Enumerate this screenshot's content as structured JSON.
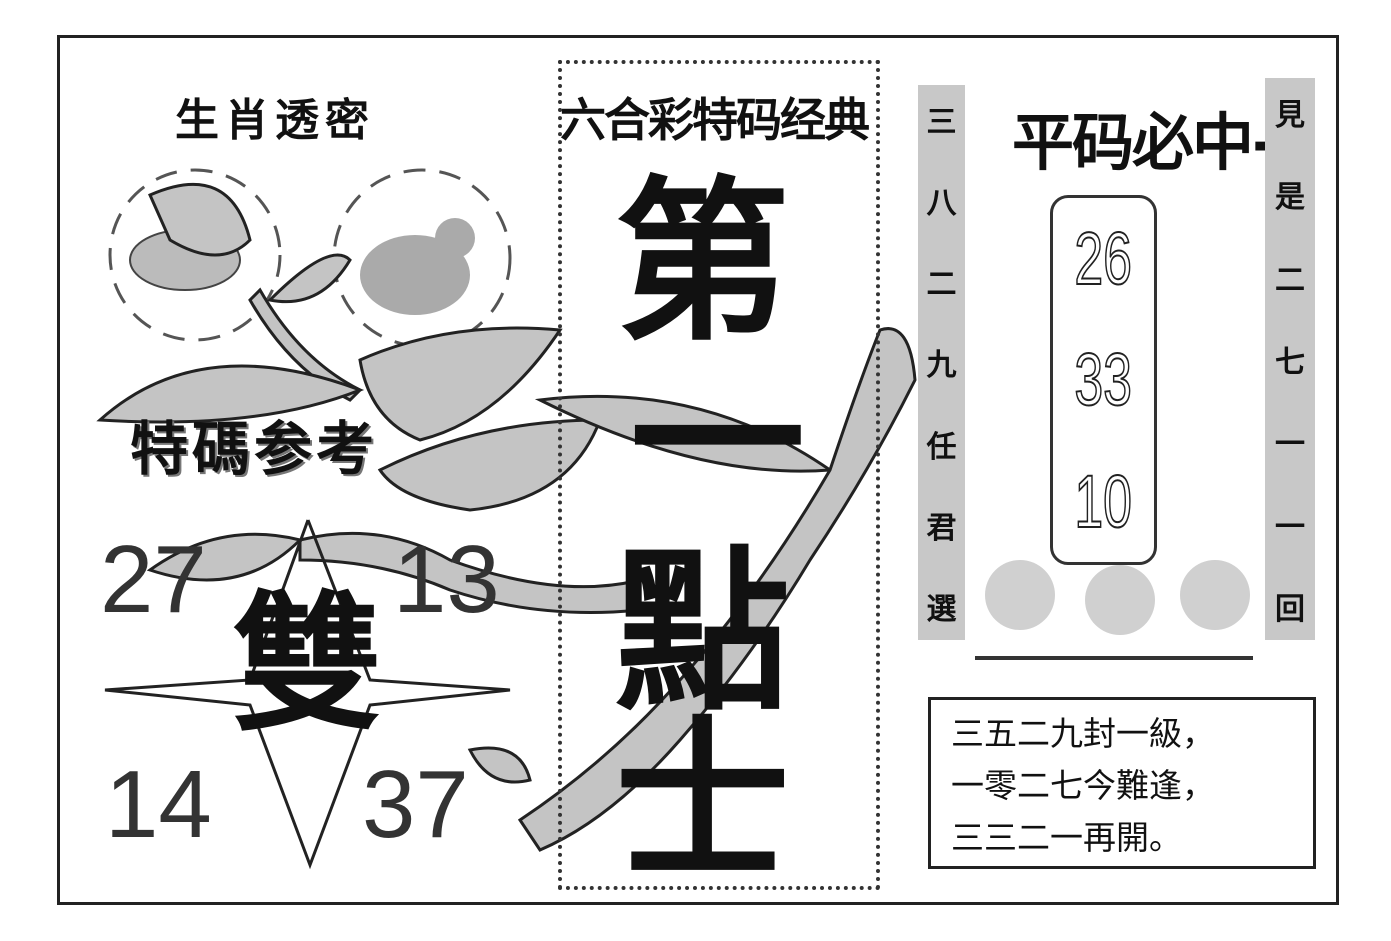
{
  "left_panel": {
    "title": "生肖透密",
    "subtitle": "特碼参考",
    "numbers": [
      "27",
      "13",
      "14",
      "37"
    ],
    "center_char": "雙"
  },
  "center_panel": {
    "title": "六合彩特码经典",
    "big_chars": [
      "第",
      "一",
      "點",
      "士"
    ]
  },
  "right_panel": {
    "left_vertical": [
      "三",
      "八",
      "二",
      "九",
      "任",
      "君",
      "選"
    ],
    "title": "平码必中-",
    "right_vertical": [
      "見",
      "是",
      "二",
      "七",
      "一",
      "一",
      "回"
    ],
    "numbers": [
      "26",
      "33",
      "10"
    ],
    "poem": [
      "三五二九封一級，",
      "一零二七今難逢，",
      "三三二一再開。"
    ]
  }
}
